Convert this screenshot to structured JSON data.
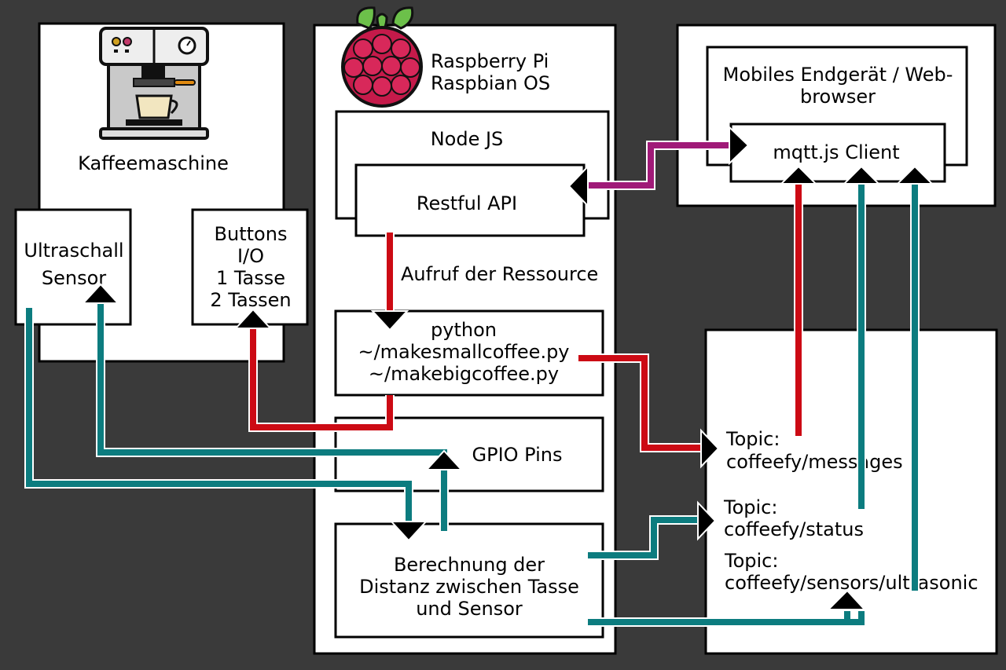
{
  "coffee_machine": {
    "label": "Kaffeemaschine"
  },
  "ultrasonic": {
    "line1": "Ultraschall",
    "line2": "Sensor"
  },
  "buttons": {
    "line1": "Buttons",
    "line2": "I/O",
    "line3": "1 Tasse",
    "line4": "2 Tassen"
  },
  "raspberry": {
    "line1": "Raspberry Pi",
    "line2": "Raspbian OS"
  },
  "nodejs": {
    "label": "Node JS"
  },
  "restful": {
    "label": "Restful API"
  },
  "call_label": "Aufruf der Ressource",
  "python": {
    "line1": "python",
    "line2": "~/makesmallcoffee.py",
    "line3": "~/makebigcoffee.py"
  },
  "gpio": {
    "label": "GPIO Pins"
  },
  "distance": {
    "line1": "Berechnung der",
    "line2": "Distanz zwischen Tasse",
    "line3": "und Sensor"
  },
  "mobile": {
    "line1": "Mobiles Endgerät / Web-",
    "line2": "browser"
  },
  "mqtt": {
    "label": "mqtt.js Client"
  },
  "topics": {
    "messages": {
      "line1": "Topic:",
      "line2": "coffeefy/messages"
    },
    "status": {
      "line1": "Topic:",
      "line2": "coffeefy/status"
    },
    "ultrasonic": {
      "line1": "Topic:",
      "line2": "coffeefy/sensors/ultrasonic"
    }
  },
  "colors": {
    "red": "#cc0a14",
    "teal": "#0c7c7f",
    "magenta": "#a01a78",
    "background": "#3a3a3a"
  }
}
